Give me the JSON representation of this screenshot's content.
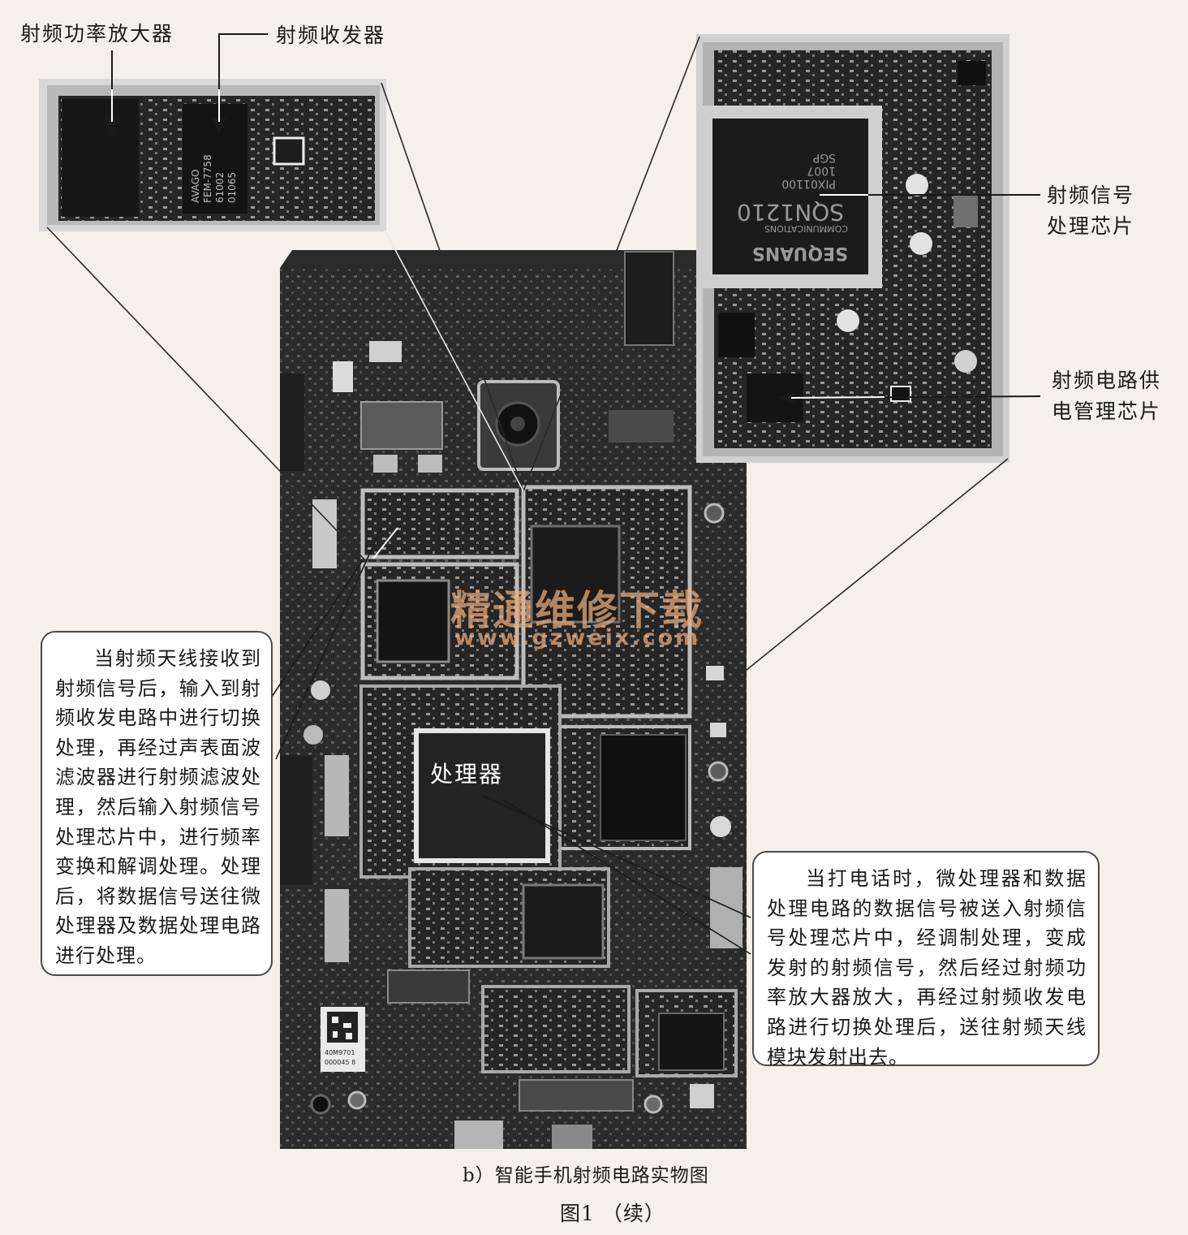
{
  "labels": {
    "rf_power_amplifier": "射频功率放大器",
    "rf_transceiver": "射频收发器",
    "rf_signal_chip": "射频信号\n处理芯片",
    "rf_power_mgmt_chip": "射频电路供\n电管理芯片",
    "processor": "处理器"
  },
  "callouts": {
    "receive_path": "当射频天线接收到射频信号后，输入到射频收发电路中进行切换处理，再经过声表面波滤波器进行射频滤波处理，然后输入射频信号处理芯片中，进行频率变换和解调处理。处理后，将数据信号送往微处理器及数据处理电路进行处理。",
    "transmit_path": "当打电话时，微处理器和数据处理电路的数据信号被送入射频信号处理芯片中，经调制处理，变成发射的射频信号，然后经过射频功率放大器放大，再经过射频收发电路进行切换处理后，送往射频天线模块发射出去。"
  },
  "watermark": {
    "title": "精通维修下载",
    "url": "www.gzweix.com"
  },
  "chip_markings": {
    "fem": [
      "AVAGO",
      "FEM-7758",
      "61002",
      "01065"
    ],
    "sequans": [
      "SEQUANS",
      "COMMUNICATIONS",
      "SQN1210",
      "PIX01100",
      "1007",
      "SGP"
    ],
    "barcode": [
      "40M9701",
      "000045 8"
    ]
  },
  "captions": {
    "subfigure": "b）智能手机射频电路实物图",
    "figure": "图1 （续）"
  }
}
